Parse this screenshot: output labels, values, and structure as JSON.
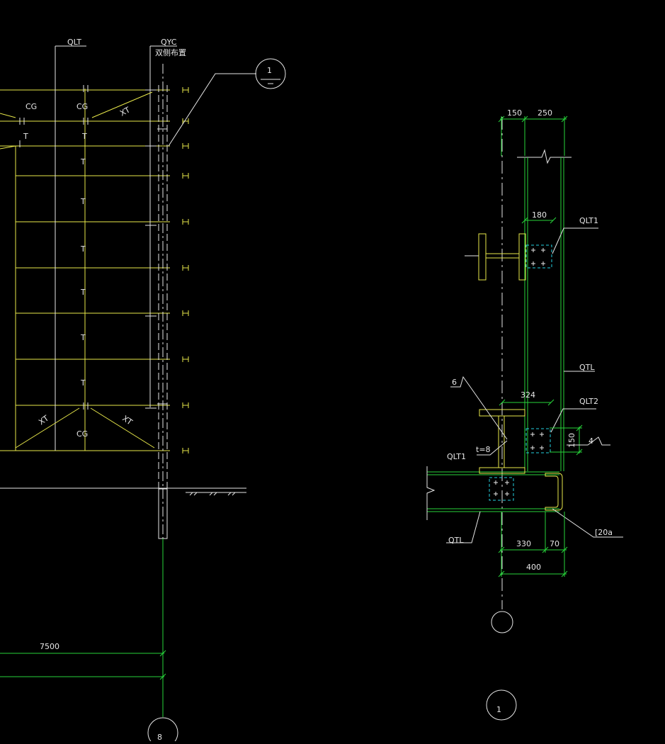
{
  "colors": {
    "background": "#000000",
    "yellow": "#e8e84a",
    "white": "#e6e6e6",
    "green": "#27d43a",
    "cyan": "#25cfe0"
  },
  "left": {
    "col_qlt": "QLT",
    "col_qyc": "QYC",
    "col_qyc_note": "双侧布置",
    "lbl_cg": "CG",
    "lbl_t": "T",
    "lbl_xt": "XT",
    "dim_7500": "7500",
    "axis_8": "8",
    "callout_1": "1"
  },
  "detail": {
    "dim_150_top": "150",
    "dim_250": "250",
    "dim_180": "180",
    "lbl_qlt1_top": "QLT1",
    "lbl_qtl_right": "QTL",
    "lbl_weld_6": "6",
    "dim_324": "324",
    "lbl_qlt2": "QLT2",
    "lbl_t8": "t=8",
    "lbl_weld_4": "4",
    "dim_150_side": "150",
    "lbl_qlt1_left": "QLT1",
    "lbl_qtl_bottom": "QTL",
    "lbl_c20a": "[20a",
    "dim_330": "330",
    "dim_70": "70",
    "dim_400": "400",
    "title": "1"
  }
}
